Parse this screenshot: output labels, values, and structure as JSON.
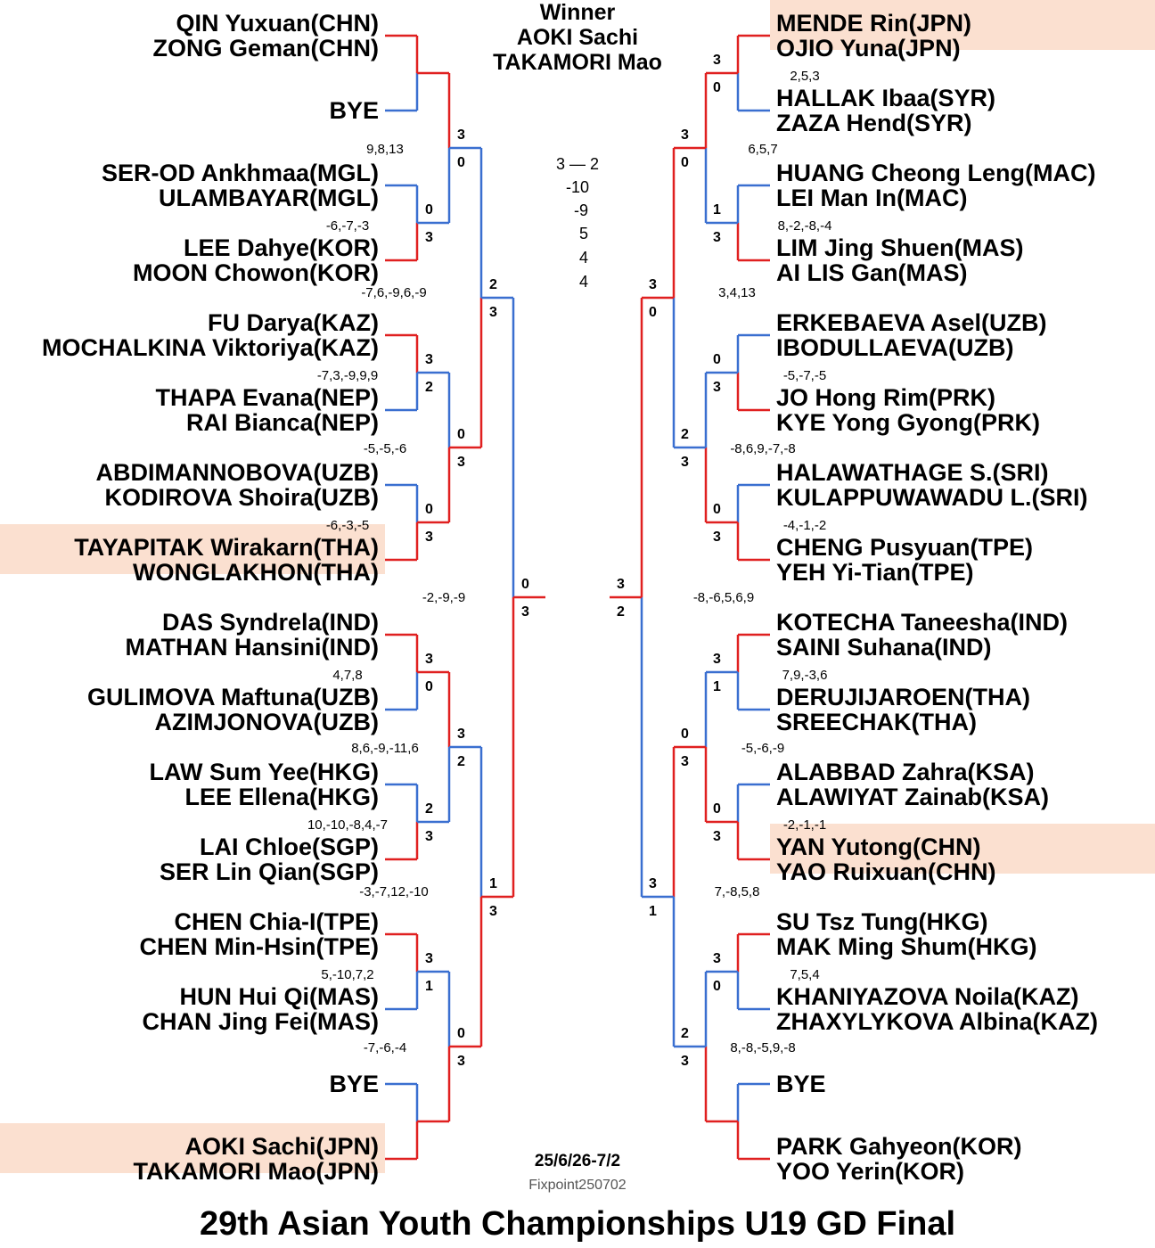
{
  "title": "29th Asian Youth Championships U19 GD Final",
  "date": "25/6/26-7/2",
  "credit": "Fixpoint250702",
  "winner": {
    "heading": "Winner",
    "names": [
      "AOKI Sachi",
      "TAKAMORI Mao"
    ]
  },
  "final_scores": [
    "3 ― 2",
    "-10",
    "-9",
    "5",
    "4",
    "4"
  ],
  "colors": {
    "win_line": "#e02020",
    "lose_line": "#3a6fd0",
    "highlight": "#fbe0d0"
  },
  "left": {
    "pairs": [
      [
        "QIN Yuxuan(CHN)",
        "ZONG Geman(CHN)"
      ],
      [
        "BYE"
      ],
      [
        "SER-OD Ankhmaa(MGL)",
        "ULAMBAYAR(MGL)"
      ],
      [
        "LEE Dahye(KOR)",
        "MOON Chowon(KOR)"
      ],
      [
        "FU Darya(KAZ)",
        "MOCHALKINA Viktoriya(KAZ)"
      ],
      [
        "THAPA Evana(NEP)",
        "RAI Bianca(NEP)"
      ],
      [
        "ABDIMANNOBOVA(UZB)",
        "KODIROVA Shoira(UZB)"
      ],
      [
        "TAYAPITAK Wirakarn(THA)",
        "WONGLAKHON(THA)"
      ],
      [
        "DAS Syndrela(IND)",
        "MATHAN Hansini(IND)"
      ],
      [
        "GULIMOVA Maftuna(UZB)",
        "AZIMJONOVA(UZB)"
      ],
      [
        "LAW Sum Yee(HKG)",
        "LEE Ellena(HKG)"
      ],
      [
        "LAI Chloe(SGP)",
        "SER Lin Qian(SGP)"
      ],
      [
        "CHEN Chia-I(TPE)",
        "CHEN Min-Hsin(TPE)"
      ],
      [
        "HUN Hui Qi(MAS)",
        "CHAN Jing Fei(MAS)"
      ],
      [
        "BYE"
      ],
      [
        "AOKI Sachi(JPN)",
        "TAKAMORI Mao(JPN)"
      ]
    ],
    "r1_scores": [
      "",
      "-6,-7,-3",
      "-7,3,-9,9,9",
      "-6,-3,-5",
      "4,7,8",
      "10,-10,-8,4,-7",
      "5,-10,7,2",
      ""
    ],
    "r1_games": [
      [
        "",
        ""
      ],
      [
        "0",
        "3"
      ],
      [
        "3",
        "2"
      ],
      [
        "0",
        "3"
      ],
      [
        "3",
        "0"
      ],
      [
        "2",
        "3"
      ],
      [
        "3",
        "1"
      ],
      [
        "",
        ""
      ]
    ],
    "r2_scores": [
      "9,8,13",
      "-5,-5,-6",
      "8,6,-9,-11,6",
      "-7,-6,-4"
    ],
    "r2_games": [
      [
        "3",
        "0"
      ],
      [
        "0",
        "3"
      ],
      [
        "3",
        "2"
      ],
      [
        "0",
        "3"
      ]
    ],
    "r3_scores": [
      "-7,6,-9,6,-9",
      "-3,-7,12,-10"
    ],
    "r3_games": [
      [
        "2",
        "3"
      ],
      [
        "1",
        "3"
      ]
    ],
    "r4_score": "-2,-9,-9",
    "r4_games": [
      "0",
      "3"
    ]
  },
  "right": {
    "pairs": [
      [
        "MENDE Rin(JPN)",
        "OJIO Yuna(JPN)"
      ],
      [
        "HALLAK Ibaa(SYR)",
        "ZAZA Hend(SYR)"
      ],
      [
        "HUANG Cheong Leng(MAC)",
        "LEI Man In(MAC)"
      ],
      [
        "LIM Jing Shuen(MAS)",
        "AI LIS Gan(MAS)"
      ],
      [
        "ERKEBAEVA Asel(UZB)",
        "IBODULLAEVA(UZB)"
      ],
      [
        "JO Hong Rim(PRK)",
        "KYE Yong Gyong(PRK)"
      ],
      [
        "HALAWATHAGE S.(SRI)",
        "KULAPPUWAWADU L.(SRI)"
      ],
      [
        "CHENG Pusyuan(TPE)",
        "YEH Yi-Tian(TPE)"
      ],
      [
        "KOTECHA Taneesha(IND)",
        "SAINI Suhana(IND)"
      ],
      [
        "DERUJIJAROEN(THA)",
        "SREECHAK(THA)"
      ],
      [
        "ALABBAD Zahra(KSA)",
        "ALAWIYAT Zainab(KSA)"
      ],
      [
        "YAN Yutong(CHN)",
        "YAO Ruixuan(CHN)"
      ],
      [
        "SU Tsz Tung(HKG)",
        "MAK Ming Shum(HKG)"
      ],
      [
        "KHANIYAZOVA Noila(KAZ)",
        "ZHAXYLYKOVA Albina(KAZ)"
      ],
      [
        "BYE"
      ],
      [
        "PARK Gahyeon(KOR)",
        "YOO Yerin(KOR)"
      ]
    ],
    "r1_scores": [
      "2,5,3",
      "8,-2,-8,-4",
      "-5,-7,-5",
      "-4,-1,-2",
      "7,9,-3,6",
      "-2,-1,-1",
      "7,5,4",
      ""
    ],
    "r1_games": [
      [
        "3",
        "0"
      ],
      [
        "1",
        "3"
      ],
      [
        "0",
        "3"
      ],
      [
        "0",
        "3"
      ],
      [
        "3",
        "1"
      ],
      [
        "0",
        "3"
      ],
      [
        "3",
        "0"
      ],
      [
        "",
        ""
      ]
    ],
    "r2_scores": [
      "6,5,7",
      "-8,6,9,-7,-8",
      "-5,-6,-9",
      "8,-8,-5,9,-8"
    ],
    "r2_games": [
      [
        "3",
        "0"
      ],
      [
        "2",
        "3"
      ],
      [
        "0",
        "3"
      ],
      [
        "2",
        "3"
      ]
    ],
    "r3_scores": [
      "3,4,13",
      "7,-8,5,8"
    ],
    "r3_games": [
      [
        "3",
        "0"
      ],
      [
        "3",
        "1"
      ]
    ],
    "r4_score": "-8,-6,5,6,9",
    "r4_games": [
      "3",
      "2"
    ]
  }
}
